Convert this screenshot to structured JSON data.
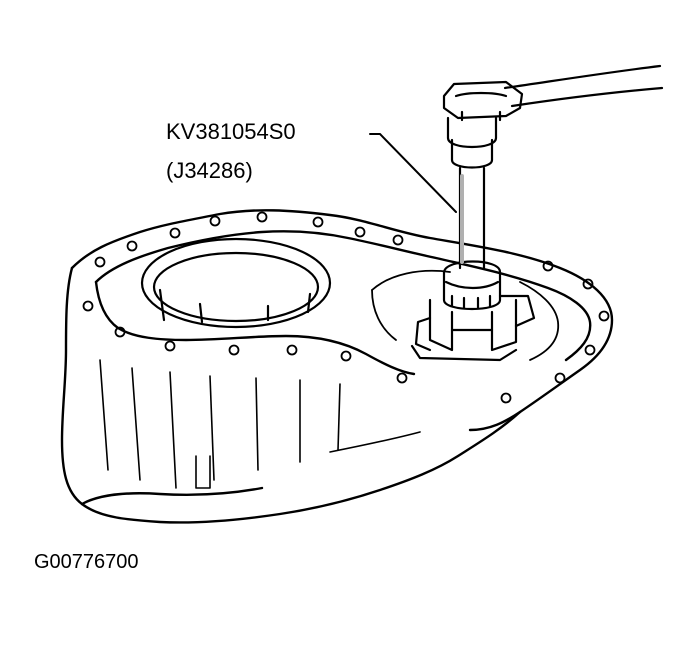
{
  "callout": {
    "tool_code": "KV381054S0",
    "alt_code": "(J34286)"
  },
  "figure_id": "G00776700",
  "colors": {
    "line": "#000000",
    "background": "#ffffff",
    "shade": "#b0b0b0"
  }
}
